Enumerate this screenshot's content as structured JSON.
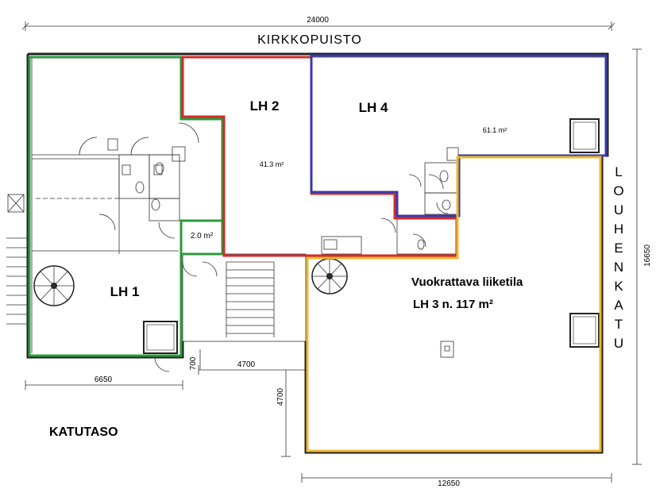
{
  "street_top": "KIRKKOPUISTO",
  "street_right_letters": [
    "L",
    "O",
    "U",
    "H",
    "E",
    "N",
    "K",
    "A",
    "T",
    "U"
  ],
  "level_label": "KATUTASO",
  "dimensions": {
    "top_total": "24000",
    "right_total": "16650",
    "bottom_left": "6650",
    "bottom_right": "12650",
    "mid_horizontal": "4700",
    "mid_vertical": "4700",
    "small_vertical": "700"
  },
  "rooms": {
    "lh1": {
      "name": "LH 1"
    },
    "lh2": {
      "name": "LH 2",
      "area": "41.3  m²"
    },
    "lh4": {
      "name": "LH 4",
      "area": "61.1  m²"
    },
    "small": {
      "area": "2.0  m²"
    },
    "lh3": {
      "title": "Vuokrattava liiketila",
      "name_area": "LH 3  n. 117 m²"
    }
  },
  "colors": {
    "lh1": "#2e9a3e",
    "lh2": "#d42a2a",
    "lh4": "#3a3aa8",
    "lh3": "#f0b830",
    "small": "#2e9a3e"
  }
}
